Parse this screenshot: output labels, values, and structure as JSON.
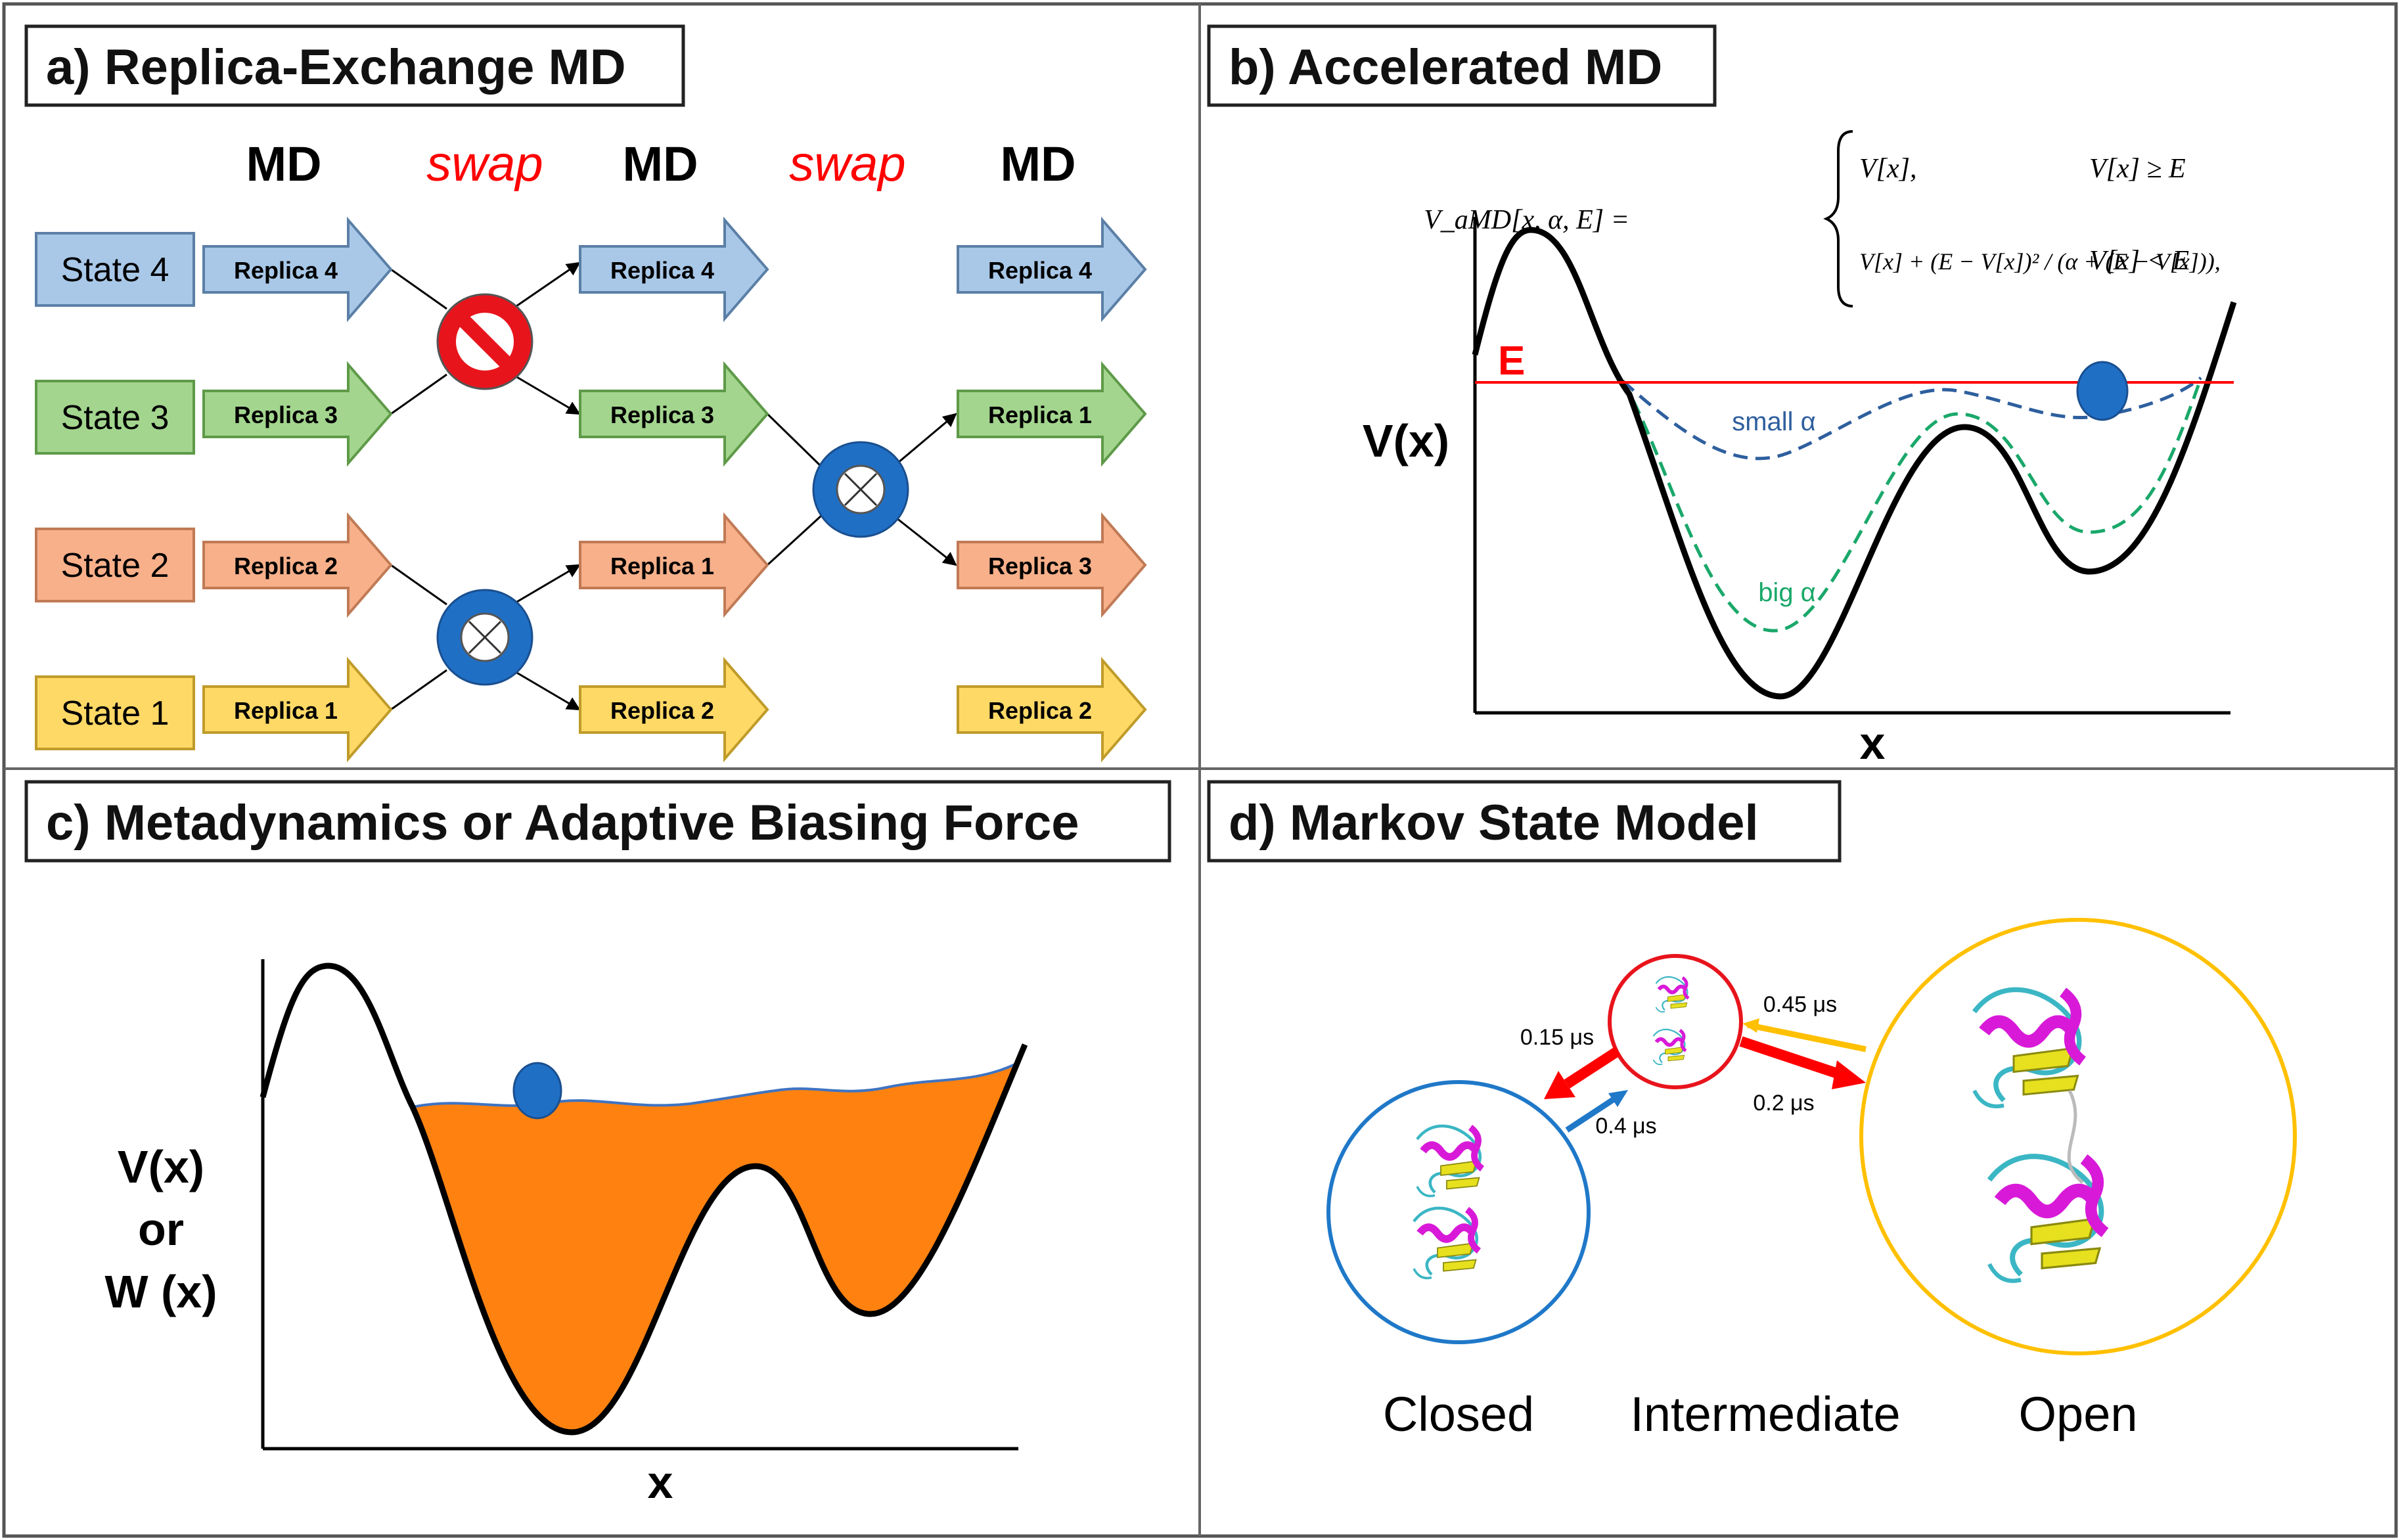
{
  "panels": {
    "a": {
      "title": "a) Replica-Exchange MD",
      "column_headers": [
        "MD",
        "swap",
        "MD",
        "swap",
        "MD"
      ],
      "states": [
        "State 4",
        "State 3",
        "State 2",
        "State 1"
      ],
      "col1": [
        "Replica 4",
        "Replica 3",
        "Replica 2",
        "Replica 1"
      ],
      "col2": [
        "Replica 4",
        "Replica 3",
        "Replica 1",
        "Replica 2"
      ],
      "col3": [
        "Replica 4",
        "Replica 1",
        "Replica 3",
        "Replica 2"
      ],
      "colors": {
        "state4": "#a9c8e8",
        "state3": "#a3d58e",
        "state2": "#f7b08a",
        "state1": "#ffd966",
        "swap_text": "#ff0000",
        "allowed_swap": "#1f6fc5",
        "blocked_swap": "#e8141c"
      },
      "swap_symbols": [
        "blocked-swap-icon",
        "allowed-swap-icon",
        "allowed-swap-icon"
      ]
    },
    "b": {
      "title": "b) Accelerated MD",
      "y_label": "V(x)",
      "x_label": "x",
      "energy_label": "E",
      "curve_labels": [
        "small α",
        "big α"
      ],
      "equation": {
        "lhs": "V_aMD[x, α, E] =",
        "case1": "V[x],",
        "cond1": "V[x] ≥ E",
        "case2": "V[x] + (E − V[x])² / (α + (E − V[x])),",
        "cond2": "V[x] < E"
      },
      "colors": {
        "energy_line": "#ff0000",
        "small_alpha": "#2e5f9e",
        "big_alpha": "#1aa86a",
        "ball": "#1f6fc5"
      }
    },
    "c": {
      "title": "c) Metadynamics or Adaptive Biasing Force",
      "y_label_lines": [
        "V(x)",
        "or",
        "W (x)"
      ],
      "x_label": "x",
      "colors": {
        "fill": "#ff8210",
        "surface": "#3f74c2",
        "ball": "#1f6fc5"
      }
    },
    "d": {
      "title": "d) Markov State Model",
      "states": [
        "Closed",
        "Intermediate",
        "Open"
      ],
      "transitions": [
        "0.15 μs",
        "0.4 μs",
        "0.45 μs",
        "0.2 μs"
      ],
      "colors": {
        "closed": "#1f78c8",
        "intermediate": "#e8141c",
        "open": "#ffc000"
      }
    }
  }
}
